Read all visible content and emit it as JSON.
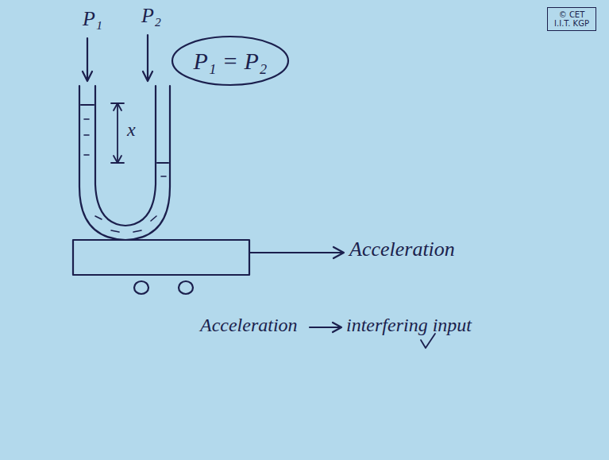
{
  "diagram": {
    "nodes": [
      {
        "text": [
          "© CET I.I.T. KGP"
        ]
      },
      {
        "text": [
          "P₁ = P₂"
        ]
      }
    ],
    "labels": [
      "P₁",
      "P₂",
      "x",
      "Acceleration",
      "Acceleration",
      "interfering input"
    ]
  }
}
